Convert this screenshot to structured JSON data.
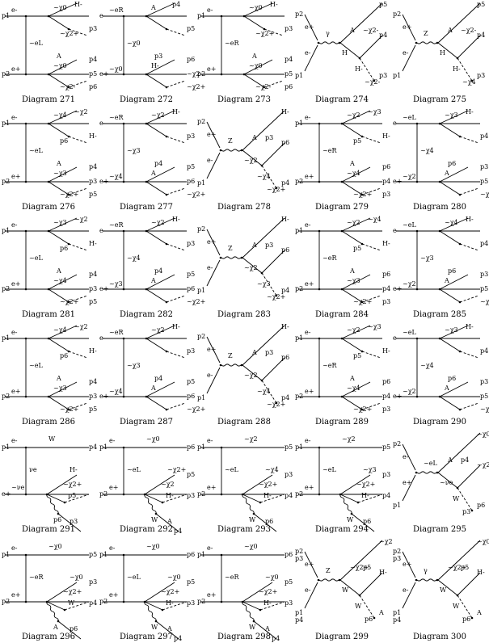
{
  "diagrams": [
    {
      "caption": "Diagram 271",
      "labels": [
        "p1",
        "p2",
        "e-",
        "e+",
        "~eL",
        "~χ0",
        "~χ0",
        "H-",
        "A",
        "p3",
        "p4",
        "p5",
        "p6",
        "~χ2+",
        "~χ2-"
      ]
    },
    {
      "caption": "Diagram 272",
      "labels": [
        "e-",
        "e+",
        "~eR",
        "~χ0",
        "~χ0",
        "A",
        "H-",
        "p4",
        "p3",
        "p5",
        "p6",
        "~χ2-",
        "~χ2+"
      ]
    },
    {
      "caption": "Diagram 273",
      "labels": [
        "p1",
        "p2",
        "e-",
        "e+",
        "~eR",
        "~χ0",
        "~χ0",
        "H-",
        "A",
        "p3",
        "p4",
        "p5",
        "p6",
        "~χ2+",
        "~χ2-"
      ]
    },
    {
      "caption": "Diagram 274",
      "labels": [
        "p2",
        "p1",
        "e+",
        "e-",
        "γ",
        "H",
        "H-",
        "A",
        "p5",
        "p4",
        "p3",
        "~χ2-",
        "~χ2-"
      ]
    },
    {
      "caption": "Diagram 275",
      "labels": [
        "p2",
        "p1",
        "e+",
        "e-",
        "Z",
        "H",
        "H-",
        "A",
        "p5",
        "p4",
        "p3",
        "~χ2-",
        "~χ4"
      ]
    },
    {
      "caption": "Diagram 276",
      "labels": [
        "p1",
        "p2",
        "e-",
        "e+",
        "~eL",
        "~χ4",
        "~χ3",
        "~χ2",
        "A",
        "H-",
        "p4",
        "p3",
        "p5",
        "p6",
        "~χ2+"
      ]
    },
    {
      "caption": "Diagram 277",
      "labels": [
        "e-",
        "e+",
        "~eR",
        "~χ4",
        "~χ3",
        "~χ2",
        "A",
        "H-",
        "p4",
        "p3",
        "p5",
        "p6",
        "~χ2+"
      ]
    },
    {
      "caption": "Diagram 278",
      "labels": [
        "p2",
        "p1",
        "e+",
        "e-",
        "Z",
        "~χ2",
        "~χ4",
        "A",
        "H-",
        "p6",
        "p4",
        "p3",
        "~χ2+"
      ]
    },
    {
      "caption": "Diagram 279",
      "labels": [
        "p1",
        "p2",
        "e-",
        "e+",
        "~eR",
        "~χ2",
        "~χ4",
        "~χ3",
        "A",
        "H-",
        "p6",
        "p4",
        "p3",
        "p5",
        "~χ2+"
      ]
    },
    {
      "caption": "Diagram 280",
      "labels": [
        "e-",
        "e+",
        "~eL",
        "~χ2",
        "~χ4",
        "~χ3",
        "A",
        "H-",
        "p6",
        "p4",
        "p3",
        "p5",
        "~χ2+"
      ]
    },
    {
      "caption": "Diagram 281",
      "labels": [
        "p1",
        "p2",
        "e-",
        "e+",
        "~eL",
        "~χ3",
        "~χ4",
        "~χ2",
        "A",
        "H-",
        "p4",
        "p3",
        "p5",
        "p6",
        "~χ2+"
      ]
    },
    {
      "caption": "Diagram 282",
      "labels": [
        "e-",
        "e+",
        "~eR",
        "~χ3",
        "~χ4",
        "~χ2",
        "A",
        "H-",
        "p4",
        "p3",
        "p5",
        "p6",
        "~χ2+"
      ]
    },
    {
      "caption": "Diagram 283",
      "labels": [
        "p2",
        "p1",
        "e+",
        "e-",
        "Z",
        "~χ2",
        "~χ3",
        "A",
        "H-",
        "p6",
        "p4",
        "p3",
        "~χ2+"
      ]
    },
    {
      "caption": "Diagram 284",
      "labels": [
        "p1",
        "p2",
        "e-",
        "e+",
        "~eR",
        "~χ2",
        "~χ3",
        "~χ4",
        "A",
        "H-",
        "p6",
        "p4",
        "p3",
        "p5",
        "~χ2+"
      ]
    },
    {
      "caption": "Diagram 285",
      "labels": [
        "e-",
        "e+",
        "~eL",
        "~χ2",
        "~χ3",
        "~χ4",
        "A",
        "H-",
        "p6",
        "p4",
        "p3",
        "p5",
        "~χ2+"
      ]
    },
    {
      "caption": "Diagram 286",
      "labels": [
        "p1",
        "p2",
        "e-",
        "e+",
        "~eL",
        "~χ4",
        "~χ3",
        "~χ2",
        "A",
        "H-",
        "p4",
        "p3",
        "p5",
        "p6",
        "~χ2+"
      ]
    },
    {
      "caption": "Diagram 287",
      "labels": [
        "e-",
        "e+",
        "~eR",
        "~χ4",
        "~χ3",
        "~χ2",
        "A",
        "H-",
        "p4",
        "p3",
        "p5",
        "p6",
        "~χ2+"
      ]
    },
    {
      "caption": "Diagram 288",
      "labels": [
        "p2",
        "p1",
        "e+",
        "e-",
        "Z",
        "~χ2",
        "~χ4",
        "A",
        "H-",
        "p6",
        "p4",
        "p3",
        "~χ2+"
      ]
    },
    {
      "caption": "Diagram 289",
      "labels": [
        "p1",
        "p2",
        "e-",
        "e+",
        "~eR",
        "~χ2",
        "~χ4",
        "~χ3",
        "A",
        "H-",
        "p6",
        "p4",
        "p3",
        "p5",
        "~χ2+"
      ]
    },
    {
      "caption": "Diagram 290",
      "labels": [
        "e-",
        "e+",
        "~eL",
        "~χ2",
        "~χ4",
        "~χ3",
        "A",
        "H-",
        "p6",
        "p4",
        "p3",
        "p5",
        "~χ2+"
      ]
    },
    {
      "caption": "Diagram 291",
      "labels": [
        "p1",
        "e+",
        "e-",
        "~νe",
        "νe",
        "W",
        "~χ2+",
        "H-",
        "p5",
        "p6",
        "p3",
        "p4"
      ]
    },
    {
      "caption": "Diagram 292",
      "labels": [
        "p1",
        "p2",
        "e-",
        "e+",
        "~eL",
        "~χ0",
        "~χ2",
        "~χ2+",
        "H-",
        "W",
        "A",
        "p6",
        "p5",
        "p3",
        "p4"
      ]
    },
    {
      "caption": "Diagram 293",
      "labels": [
        "p1",
        "p2",
        "e-",
        "e+",
        "~eL",
        "~χ2",
        "~χ2+",
        "~χ4",
        "H-",
        "W",
        "p6",
        "p5",
        "p3",
        "p4"
      ]
    },
    {
      "caption": "Diagram 294",
      "labels": [
        "p1",
        "p2",
        "e-",
        "e+",
        "~eL",
        "~χ2",
        "~χ2+",
        "~χ3",
        "H-",
        "W",
        "p6",
        "p5",
        "p3",
        "p4"
      ]
    },
    {
      "caption": "Diagram 295",
      "labels": [
        "p2",
        "p1",
        "e-",
        "e+",
        "~eL",
        "~νe",
        "W",
        "A",
        "~χ0",
        "~χ2",
        "p6",
        "p4",
        "p3"
      ]
    },
    {
      "caption": "Diagram 296",
      "labels": [
        "p1",
        "p2",
        "e-",
        "e+",
        "~eR",
        "~χ0",
        "~χ2+",
        "~χ0",
        "W",
        "A",
        "p6",
        "p5",
        "p3",
        "p4"
      ]
    },
    {
      "caption": "Diagram 297",
      "labels": [
        "p1",
        "p2",
        "e-",
        "e+",
        "~eL",
        "~χ0",
        "~χ2+",
        "~χ0",
        "H-",
        "W",
        "A",
        "p6",
        "p5",
        "p3",
        "p4"
      ]
    },
    {
      "caption": "Diagram 298",
      "labels": [
        "p1",
        "p2",
        "e-",
        "e+",
        "~eR",
        "~χ0",
        "~χ2+",
        "~χ0",
        "H-",
        "W",
        "A",
        "p6",
        "p5",
        "p3",
        "p4"
      ]
    },
    {
      "caption": "Diagram 299",
      "labels": [
        "p2",
        "p1",
        "e+",
        "e-",
        "Z",
        "W",
        "W",
        "~χ2+",
        "~χ2",
        "H-",
        "A",
        "p5",
        "p6",
        "p3",
        "p4"
      ]
    },
    {
      "caption": "Diagram 300",
      "labels": [
        "p2",
        "p1",
        "e+",
        "e-",
        "γ",
        "W",
        "W",
        "~χ2+",
        "~χ0",
        "H-",
        "A",
        "p5",
        "p6",
        "p3",
        "p4"
      ]
    }
  ]
}
